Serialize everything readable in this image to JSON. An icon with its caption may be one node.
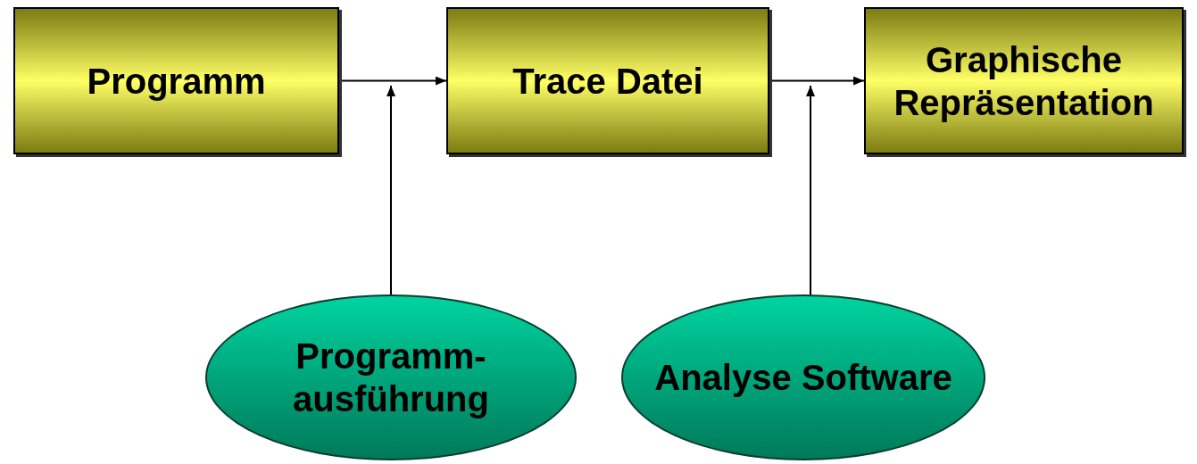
{
  "diagram": {
    "nodes": [
      {
        "text": [
          "Programm"
        ]
      },
      {
        "text": [
          "Trace Datei"
        ]
      },
      {
        "text": [
          "Graphische Repräsentation"
        ]
      },
      {
        "text": [
          "Programm- ausführung"
        ]
      },
      {
        "text": [
          "Analyse Software"
        ]
      }
    ],
    "edges": [
      {
        "from": 0,
        "to": 1,
        "arrow": "to"
      },
      {
        "from": 1,
        "to": 2,
        "arrow": "to"
      },
      {
        "from": 3,
        "to": null,
        "arrow": "to"
      },
      {
        "from": 4,
        "to": null,
        "arrow": "to"
      }
    ]
  }
}
